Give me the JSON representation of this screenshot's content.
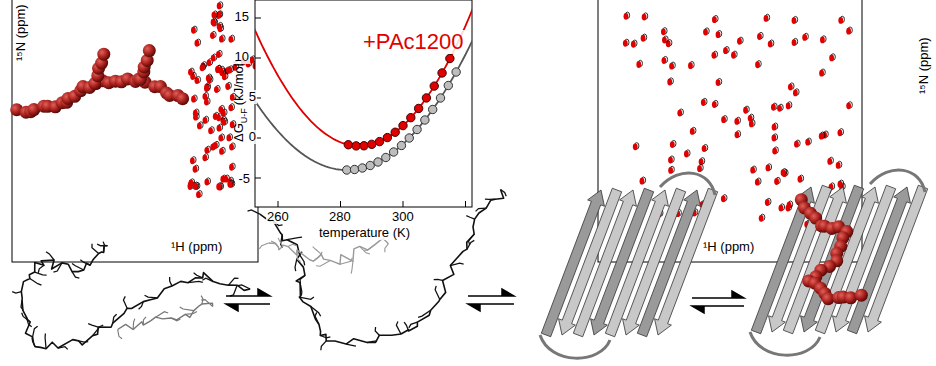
{
  "diagram": {
    "labels": [
      "¹⁵N (ppm)",
      "¹H (ppm)",
      "+PAc1200",
      "ΔG",
      "U-F",
      "(kJ/mol)",
      "15",
      "10",
      "5",
      "0",
      "-5",
      "260",
      "280",
      "300",
      "temperature (K)",
      "¹H (ppm)",
      "¹⁵N (ppm)"
    ]
  }
}
